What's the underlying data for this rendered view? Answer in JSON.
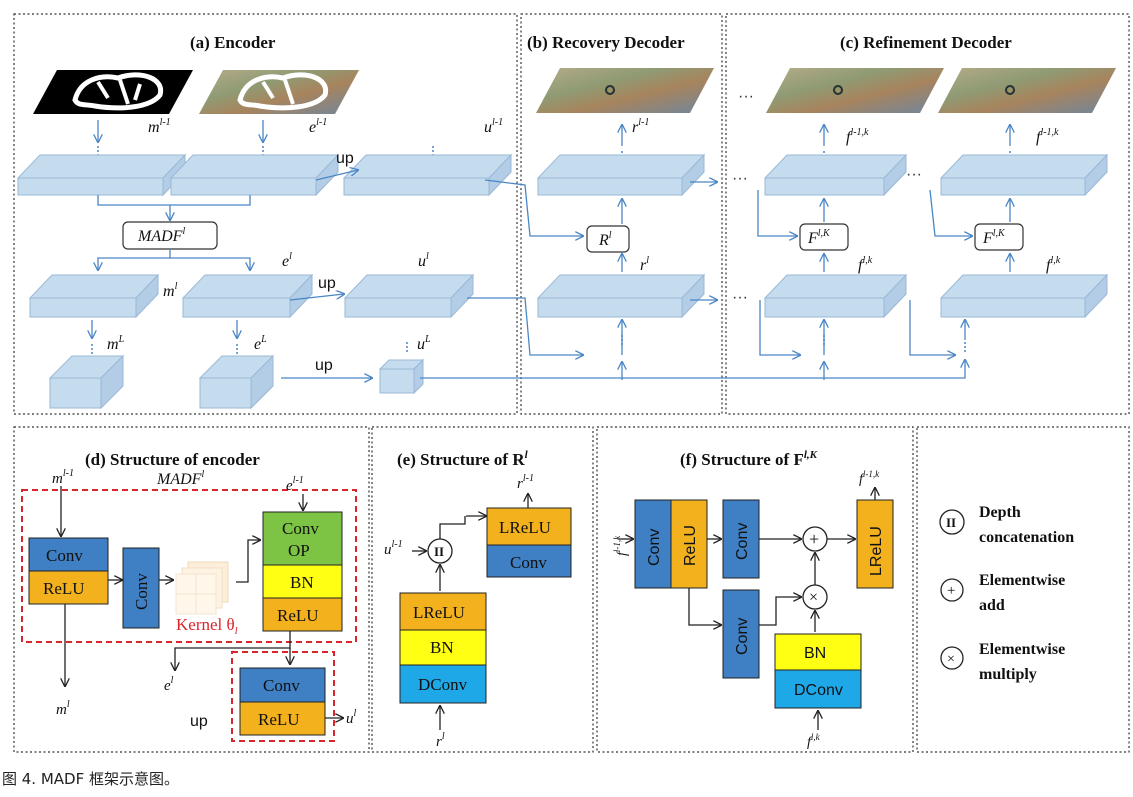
{
  "panels": {
    "a": "(a) Encoder",
    "b": "(b) Recovery Decoder",
    "c": "(c) Refinement Decoder",
    "d": "(d) Structure of encoder",
    "e": "(e) Structure of R",
    "e_sup": "l",
    "f": "(f) Structure of F",
    "f_sup": "l,K"
  },
  "labels": {
    "m_prev": "m",
    "sup_l_1": "l-1",
    "e_prev": "e",
    "u_prev": "u",
    "m": "m",
    "e": "e",
    "u": "u",
    "sup_l": "l",
    "sup_L": "L",
    "r": "r",
    "R": "R",
    "F": "F",
    "sup_lK": "l,K",
    "f": "f",
    "sup_lk": "l,k",
    "sup_l1k": "l-1,k",
    "madf": "MADF",
    "up": "up",
    "dots": "···"
  },
  "blocks": {
    "conv": "Conv",
    "relu": "ReLU",
    "conv_op_1": "Conv",
    "conv_op_2": "OP",
    "bn": "BN",
    "lrelu": "LReLU",
    "dconv": "DConv",
    "kernel": "Kernel θ",
    "kernel_sub": "l"
  },
  "legend": {
    "concat_symbol": "II",
    "concat_1": "Depth",
    "concat_2": "concatenation",
    "add_symbol": "+",
    "add_1": "Elementwise",
    "add_2": "add",
    "mul_symbol": "×",
    "mul_1": "Elementwise",
    "mul_2": "multiply"
  },
  "colors": {
    "slab": "#c5dcef",
    "slab_edge": "#9ab8d6",
    "arrow": "#4a86c5",
    "conv_blue": "#3f7fc4",
    "relu_orange": "#f2b11d",
    "bn_yellow": "#ffff14",
    "conv_op_green": "#7dc445",
    "dconv_cyan": "#1fa8e8",
    "dashed_red": "#d9262c"
  },
  "caption": "图 4. MADF 框架示意图。"
}
